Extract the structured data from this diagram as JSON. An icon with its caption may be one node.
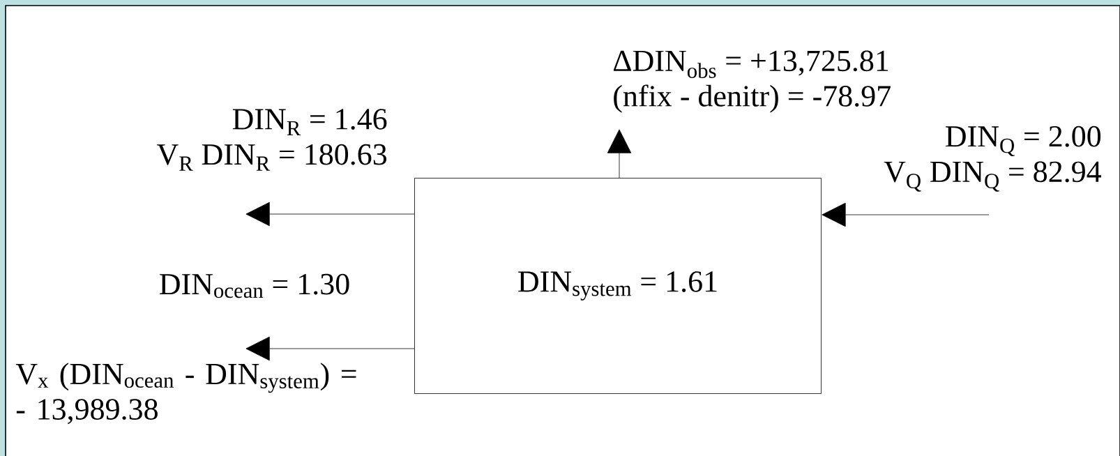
{
  "diagram": {
    "nodes": [
      {
        "text": [
          "DIN$_{system}$ = 1.61"
        ]
      },
      {
        "text": [
          "ΔDIN$_{obs}$ = +13,725.81",
          "(nfix - denitr) = -78.97"
        ]
      },
      {
        "text": [
          "DIN$_{R}$ = 1.46",
          "V$_{R}$ DIN$_{R}$ = 180.63"
        ]
      },
      {
        "text": [
          "DIN$_{Q}$ = 2.00",
          "V$_{Q}$ DIN$_{Q}$ = 82.94"
        ]
      },
      {
        "text": [
          "V$_{x}$ (DIN$_{ocean}$ - DIN$_{system}$) = - 13,989.38"
        ]
      }
    ],
    "edges": [
      {
        "from": 0,
        "to": 2,
        "arrow": "to"
      },
      {
        "from": 0,
        "to": 4,
        "arrow": "to"
      },
      {
        "from": 0,
        "to": 1,
        "arrow": "to"
      },
      {
        "from": 3,
        "to": 0,
        "arrow": "to"
      }
    ],
    "labels": [
      "DIN$_{ocean}$ = 1.30"
    ]
  }
}
